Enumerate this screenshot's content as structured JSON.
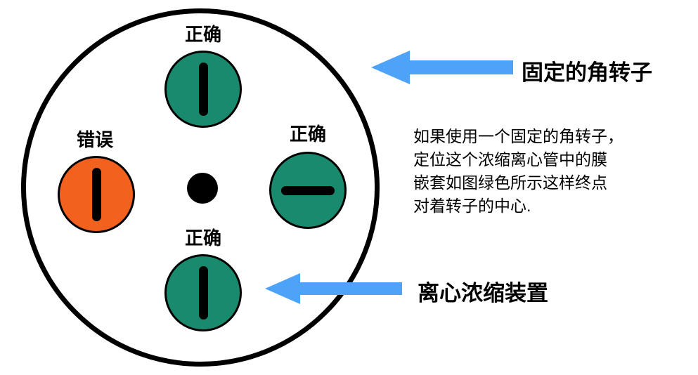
{
  "colors": {
    "teal": "#1a8a6e",
    "orange": "#f2611d",
    "blue": "#4da3f7",
    "black": "#000000",
    "background": "#ffffff"
  },
  "rotor": {
    "tubes": [
      {
        "position": "top",
        "label": "正确",
        "color": "teal",
        "bar": "vertical"
      },
      {
        "position": "left",
        "label": "错误",
        "color": "orange",
        "bar": "vertical"
      },
      {
        "position": "right",
        "label": "正确",
        "color": "teal",
        "bar": "horizontal"
      },
      {
        "position": "bottom",
        "label": "正确",
        "color": "teal",
        "bar": "vertical"
      }
    ]
  },
  "callouts": {
    "rotor_label": "固定的角转子",
    "device_label": "离心浓缩装置"
  },
  "annotation": {
    "lines": [
      "如果使用一个固定的角转子，",
      "定位这个浓缩离心管中的膜",
      "嵌套如图绿色所示这样终点",
      "对着转子的中心."
    ]
  }
}
